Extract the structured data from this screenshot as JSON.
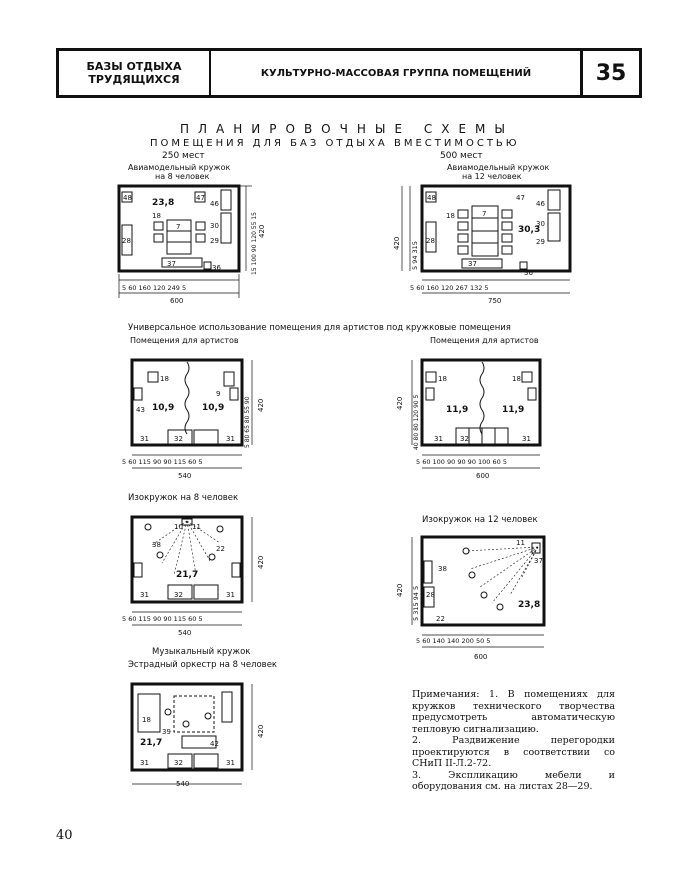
{
  "header": {
    "left_line1": "БАЗЫ ОТДЫХА",
    "left_line2": "ТРУДЯЩИХСЯ",
    "center": "КУЛЬТУРНО-МАССОВАЯ ГРУППА ПОМЕЩЕНИЙ",
    "sheet": "35"
  },
  "title": "ПЛАНИРОВОЧНЫЕ СХЕМЫ",
  "subtitle": "ПОМЕЩЕНИЯ ДЛЯ БАЗ ОТДЫХА ВМЕСТИМОСТЬЮ",
  "capacity_left": "250 мест",
  "capacity_right": "500 мест",
  "captions": {
    "aero8_l1": "Авиамодельный кружок",
    "aero8_l2": "на 8 человек",
    "aero12_l1": "Авиамодельный кружок",
    "aero12_l2": "на 12 человек",
    "universal": "Универсальное использование помещения для артистов под кружковые помещения",
    "artists_left": "Помещения для артистов",
    "artists_right": "Помещения для артистов",
    "iso8": "Изокружок на 8 человек",
    "iso12": "Изокружок на 12 человек",
    "music": "Музыкальный кружок",
    "estrada": "Эстрадный оркестр на 8 человек"
  },
  "plans": {
    "aero8": {
      "area": "23,8",
      "labels": [
        "48",
        "47",
        "46",
        "18",
        "7",
        "30",
        "28",
        "29",
        "37",
        "36"
      ],
      "dims_bottom": "5 60 160 120 249 5",
      "total": "600",
      "dims_right": "15 100 90 120 55 15",
      "height": "420"
    },
    "aero12": {
      "area": "30,3",
      "labels": [
        "48",
        "47",
        "46",
        "18",
        "7",
        "30",
        "28",
        "29",
        "37",
        "36"
      ],
      "dims_bottom": "5 60 160 120 267 132 5",
      "total": "750",
      "dims_left": "5 94 315",
      "height": "420"
    },
    "art_left": {
      "area_l": "10,9",
      "area_r": "10,9",
      "labels": [
        "18",
        "9",
        "43",
        "31",
        "32",
        "31"
      ],
      "dims_bottom": "5 60 115 90 90 115 60 5",
      "total": "540",
      "dims_right": "5 80 65 80 55 90",
      "height": "420"
    },
    "art_right": {
      "area_l": "11,9",
      "area_r": "11,9",
      "labels": [
        "18",
        "18",
        "31",
        "32",
        "31"
      ],
      "dims_bottom": "5 60 100 90 90 90 100 60 5",
      "total": "600",
      "dims_left": "40 80 80 120 90 5",
      "height": "420"
    },
    "iso8": {
      "area": "21,7",
      "labels": [
        "10",
        "11",
        "38",
        "22",
        "31",
        "32",
        "31"
      ],
      "dims_bottom": "5 60 115 90 90 115 60 5",
      "total": "540",
      "height": "420"
    },
    "iso12": {
      "area": "23,8",
      "labels": [
        "11",
        "37",
        "38",
        "28",
        "22"
      ],
      "dims_bottom": "5 60 140 140 200 50 5",
      "total": "600",
      "dims_left": "5 315 94 5",
      "height": "420"
    },
    "music": {
      "area": "21,7",
      "labels": [
        "18",
        "39",
        "42",
        "31",
        "32",
        "31"
      ],
      "total": "540",
      "height": "420"
    }
  },
  "notes": [
    "Примечания: 1. В помещениях для кружков технического творчества предусмотреть автоматическую тепловую сигнализацию.",
    "2. Раздвижение перегородки проектируются в соответствии со СНиП II-Л.2-72.",
    "3. Экспликацию мебели и оборудования см. на листах 28—29."
  ],
  "page_number": "40"
}
